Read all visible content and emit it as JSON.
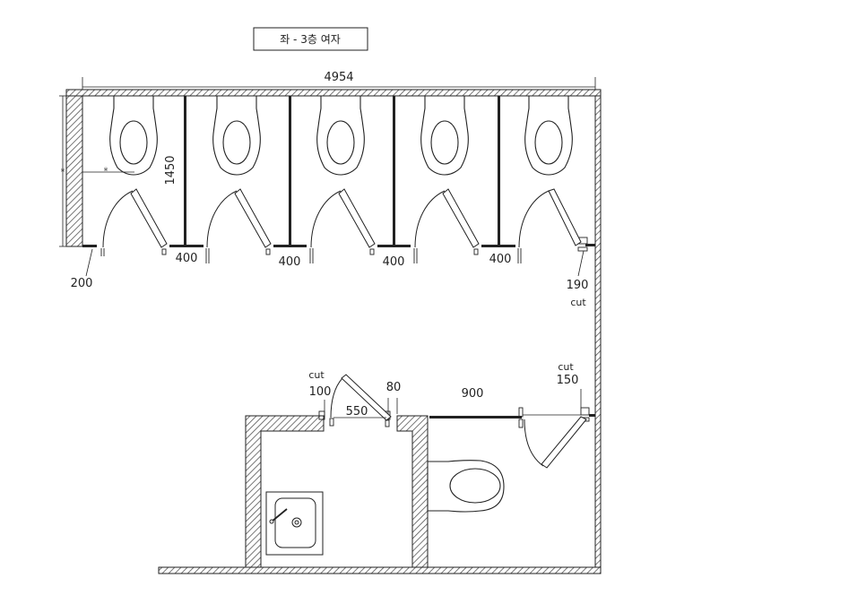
{
  "plan": {
    "title": "좌 - 3층 여자",
    "overall_width": "4954",
    "stall_depth": "1450",
    "left_gap": "200",
    "partition_widths": [
      "400",
      "400",
      "400",
      "400"
    ],
    "right_gap": "190",
    "right_cut": "cut",
    "left_marker": "※",
    "lower_left_cut": "cut",
    "lower_left_gap": "100",
    "lower_door_width": "550",
    "lower_mid_gap": "80",
    "lower_panel_width": "900",
    "lower_right_cut": "cut",
    "lower_right_gap": "150"
  },
  "colors": {
    "line": "#222222",
    "hatch": "#555555",
    "wall_fill": "#ffffff"
  }
}
